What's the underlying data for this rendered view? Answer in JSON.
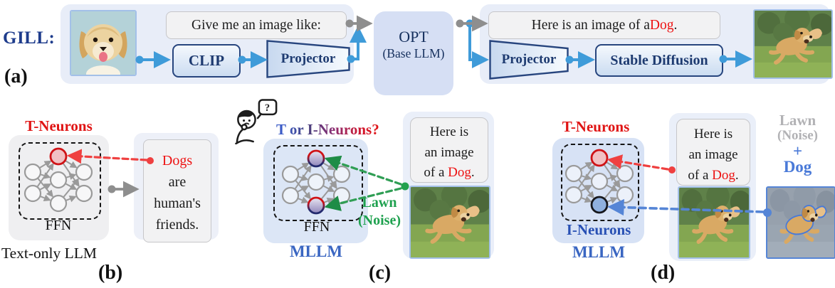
{
  "figure": {
    "panel_a": {
      "label": "GILL:",
      "letter": "(a)",
      "prompt": "Give me an image like:",
      "clip": "CLIP",
      "projector_in": "Projector",
      "opt_name": "OPT",
      "opt_sub": "(Base LLM)",
      "output_text": [
        {
          "t": "Here is an image of a "
        },
        {
          "t": "Dog",
          "c": "#ed1212"
        },
        {
          "t": "."
        }
      ],
      "projector_out": "Projector",
      "stable_diffusion": "Stable Diffusion",
      "icons": {
        "input_image": "puppy-photo",
        "output_image": "running-dog-photo"
      }
    },
    "panel_b": {
      "title": "T-Neurons",
      "ffn": "FFN",
      "caption": "Text-only LLM",
      "letter": "(b)",
      "bubble": [
        [
          {
            "t": "Dogs",
            "c": "#ed1212"
          }
        ],
        [
          {
            "t": "are"
          }
        ],
        [
          {
            "t": "human's"
          }
        ],
        [
          {
            "t": "friends."
          }
        ]
      ]
    },
    "panel_c": {
      "question": "T or I-Neurons?",
      "thought_mark": "?",
      "ffn": "FFN",
      "model": "MLLM",
      "letter": "(c)",
      "noise_label_1": "Lawn",
      "noise_label_2": "(Noise)",
      "bubble": [
        [
          {
            "t": "Here is"
          }
        ],
        [
          {
            "t": "an image"
          }
        ],
        [
          {
            "t": "of a "
          },
          {
            "t": "Dog",
            "c": "#ed1212"
          },
          {
            "t": "."
          }
        ]
      ],
      "icons": {
        "thinker": "thinking-person",
        "image": "running-dog-photo"
      }
    },
    "panel_d": {
      "title_top": "T-Neurons",
      "title_bottom": "I-Neurons",
      "model": "MLLM",
      "letter": "(d)",
      "bubble": [
        [
          {
            "t": "Here is"
          }
        ],
        [
          {
            "t": "an image"
          }
        ],
        [
          {
            "t": "of a "
          },
          {
            "t": "Dog",
            "c": "#ed1212"
          },
          {
            "t": "."
          }
        ]
      ],
      "legend": [
        {
          "t": "Lawn",
          "c": "#b2b2b5"
        },
        {
          "t": "(Noise)",
          "c": "#b2b2b5"
        },
        {
          "t": "+",
          "c": "#4a7ad8"
        },
        {
          "t": "Dog",
          "c": "#4a7ad8"
        }
      ],
      "icons": {
        "image": "running-dog-photo",
        "segmented_image": "dog-segmented-photo"
      }
    },
    "colors": {
      "accent_blue_arrow": "#3f9bd9",
      "navy_text": "#1d3a70",
      "red": "#ed1212",
      "green": "#1fa14f",
      "royal_blue": "#3a66c2",
      "gray_arrow": "#8e8e8e",
      "steel_blue_arrow": "#5585d6"
    }
  }
}
